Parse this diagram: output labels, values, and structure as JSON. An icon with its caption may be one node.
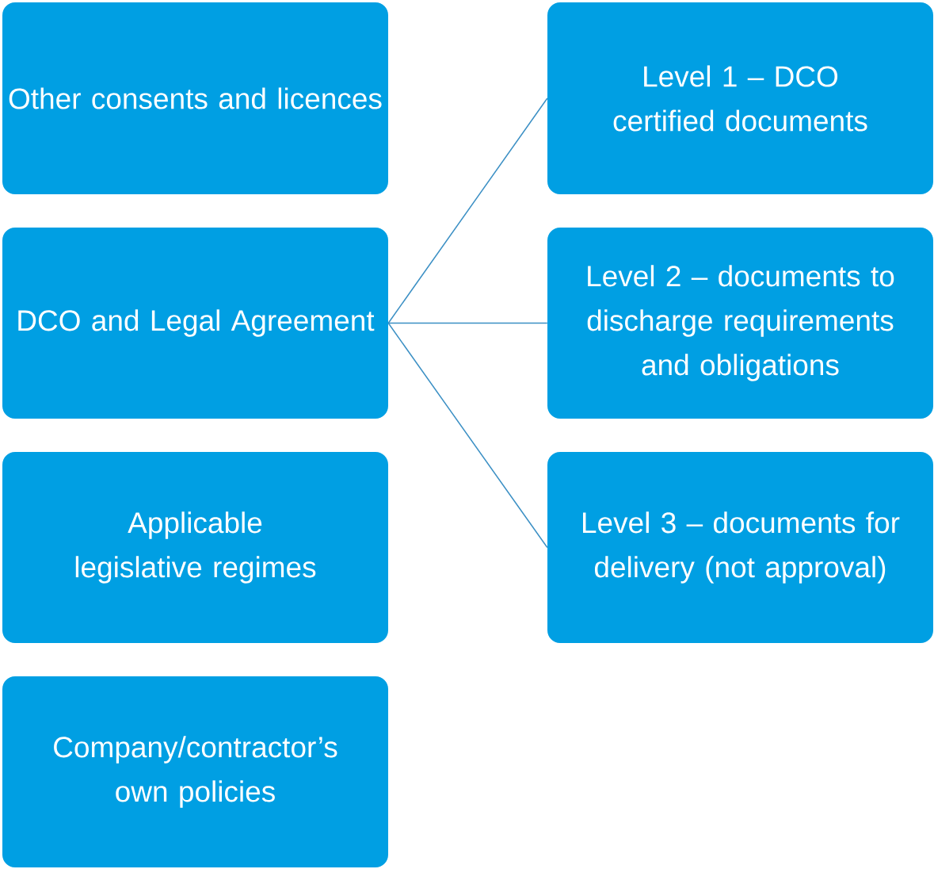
{
  "diagram": {
    "nodes": [
      {
        "text": [
          "Other consents and licences"
        ]
      },
      {
        "text": [
          "Level 1 – DCO certified documents"
        ]
      },
      {
        "text": [
          "DCO and Legal Agreement"
        ]
      },
      {
        "text": [
          "Level 2 – documents to discharge requirements and obligations"
        ]
      },
      {
        "text": [
          "Applicable legislative regimes"
        ]
      },
      {
        "text": [
          "Level 3 – documents for delivery (not approval)"
        ]
      },
      {
        "text": [
          "Company/contractor’s own policies"
        ]
      }
    ],
    "edges": [
      {
        "from": 2,
        "to": 1,
        "arrow": "none"
      },
      {
        "from": 2,
        "to": 3,
        "arrow": "none"
      },
      {
        "from": 2,
        "to": 5,
        "arrow": "none"
      }
    ]
  }
}
